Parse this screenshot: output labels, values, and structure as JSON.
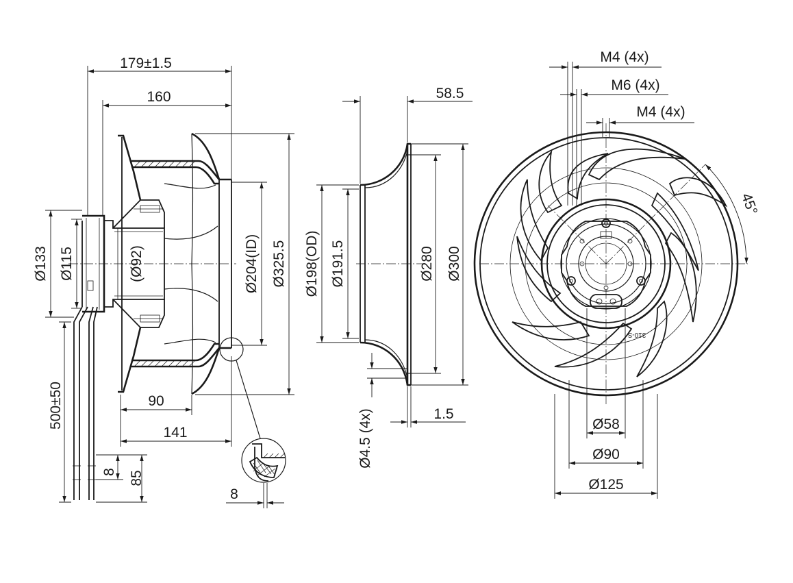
{
  "side_view": {
    "overall_length": "179±1.5",
    "impeller_length": "160",
    "hub_diameter": "Ø133",
    "flange_diameter": "Ø115",
    "motor_diameter": "(Ø92)",
    "inlet_id": "Ø204(ID)",
    "outer_diameter": "Ø325.5",
    "depth_90": "90",
    "depth_141": "141",
    "cable_length": "500±50",
    "lead_strip_8": "8",
    "lead_strip_85": "85",
    "detail_8": "8"
  },
  "inlet_ring": {
    "depth": "58.5",
    "od": "Ø198(OD)",
    "inner": "Ø191.5",
    "bolt_circle": "Ø280",
    "outer": "Ø300",
    "holes": "Ø4.5 (4x)",
    "thickness": "1.5"
  },
  "front_view": {
    "thread_m4_top": "M4 (4x)",
    "thread_m6": "M6 (4x)",
    "thread_m4_bottom": "M4 (4x)",
    "angle": "45°",
    "pcd_58": "Ø58",
    "pcd_90": "Ø90",
    "pcd_125": "Ø125",
    "part_mark": "310-S"
  }
}
